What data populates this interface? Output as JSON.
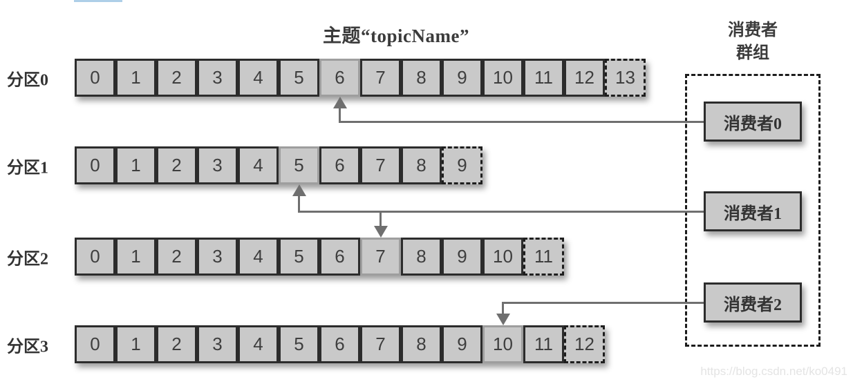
{
  "topic": {
    "title": "主题“topicName”"
  },
  "watermark": "https://blog.csdn.net/ko0491",
  "consumer_group": {
    "title_line1": "消费者",
    "title_line2": "群组",
    "consumers": [
      {
        "label": "消费者0"
      },
      {
        "label": "消费者1"
      },
      {
        "label": "消费者2"
      }
    ]
  },
  "partitions": [
    {
      "label": "分区0",
      "cells": [
        "0",
        "1",
        "2",
        "3",
        "4",
        "5",
        "6",
        "7",
        "8",
        "9",
        "10",
        "11",
        "12",
        "13"
      ],
      "highlighted_cell": 6,
      "dashed_cell": 13
    },
    {
      "label": "分区1",
      "cells": [
        "0",
        "1",
        "2",
        "3",
        "4",
        "5",
        "6",
        "7",
        "8",
        "9"
      ],
      "highlighted_cell": 5,
      "dashed_cell": 9
    },
    {
      "label": "分区2",
      "cells": [
        "0",
        "1",
        "2",
        "3",
        "4",
        "5",
        "6",
        "7",
        "8",
        "9",
        "10",
        "11"
      ],
      "highlighted_cell": 7,
      "dashed_cell": 11
    },
    {
      "label": "分区3",
      "cells": [
        "0",
        "1",
        "2",
        "3",
        "4",
        "5",
        "6",
        "7",
        "8",
        "9",
        "10",
        "11",
        "12"
      ],
      "highlighted_cell": 10,
      "dashed_cell": 12
    }
  ],
  "assignments": [
    {
      "consumer": 0,
      "targets": [
        {
          "partition": 0,
          "cell": 6,
          "direction": "up"
        }
      ]
    },
    {
      "consumer": 1,
      "targets": [
        {
          "partition": 1,
          "cell": 5,
          "direction": "up"
        },
        {
          "partition": 2,
          "cell": 7,
          "direction": "down"
        }
      ]
    },
    {
      "consumer": 2,
      "targets": [
        {
          "partition": 3,
          "cell": 10,
          "direction": "down"
        }
      ]
    }
  ],
  "colors": {
    "cell_fill": "#c9c9c9",
    "cell_border": "#2c2c2c",
    "highlight_border": "#9e9e9e",
    "connector_line": "#6f6f6f",
    "text": "#3a3a3a",
    "watermark": "#e4e4e4",
    "top_strip": "#aecfe8"
  }
}
